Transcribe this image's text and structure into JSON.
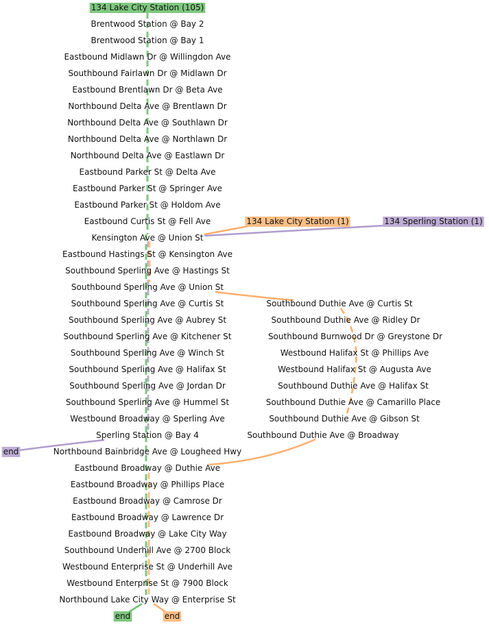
{
  "colors": {
    "green": "#7fc77f",
    "orange": "#fdbf86",
    "purple": "#beadd4",
    "green_dark": "#6abf6a",
    "orange_dark": "#fdae6b",
    "purple_dark": "#b09ccc"
  },
  "main_stops": [
    "Brentwood Station @ Bay 2",
    "Brentwood Station @ Bay 1",
    "Eastbound Midlawn Dr @ Willingdon Ave",
    "Southbound Fairlawn Dr @ Midlawn Dr",
    "Eastbound Brentlawn Dr @ Beta Ave",
    "Northbound Delta Ave @ Brentlawn Dr",
    "Northbound Delta Ave @ Southlawn Dr",
    "Northbound Delta Ave @ Northlawn Dr",
    "Northbound Delta Ave @ Eastlawn Dr",
    "Eastbound Parker St @ Delta Ave",
    "Eastbound Parker St @ Springer Ave",
    "Eastbound Parker St @ Holdom Ave",
    "Eastbound Curtis St @ Fell Ave",
    "Kensington Ave @ Union St",
    "Eastbound Hastings St @ Kensington Ave",
    "Southbound Sperling Ave @ Hastings St",
    "Southbound Sperling Ave @ Union St",
    "Southbound Sperling Ave @ Curtis St",
    "Southbound Sperling Ave @ Aubrey St",
    "Southbound Sperling Ave @ Kitchener St",
    "Southbound Sperling Ave @ Winch St",
    "Southbound Sperling Ave @ Halifax St",
    "Southbound Sperling Ave @ Jordan Dr",
    "Southbound Sperling Ave @ Hummel St",
    "Westbound Broadway @ Sperling Ave",
    "Sperling Station @ Bay 4",
    "Northbound Bainbridge Ave @ Lougheed Hwy",
    "Eastbound Broadway @ Duthie Ave",
    "Eastbound Broadway @ Phillips Place",
    "Eastbound Broadway @ Camrose Dr",
    "Eastbound Broadway @ Lawrence Dr",
    "Eastbound Broadway @ Lake City Way",
    "Southbound Underhill Ave @ 2700 Block",
    "Westbound Enterprise St @ Underhill Ave",
    "Westbound Enterprise St @ 7900 Block",
    "Northbound Lake City Way @ Enterprise St"
  ],
  "branch_stops": [
    "Southbound Duthie Ave @ Curtis St",
    "Southbound Duthie Ave @ Ridley Dr",
    "Southbound Burnwood Dr @ Greystone Dr",
    "Westbound Halifax St @ Phillips Ave",
    "Westbound Halifax St @ Augusta Ave",
    "Southbound Duthie Ave @ Halifax St",
    "Southbound Duthie Ave @ Camarillo Place",
    "Southbound Duthie Ave @ Gibson St",
    "Southbound Duthie Ave @ Broadway"
  ],
  "nodes": {
    "start_green": "134 Lake City Station (105)",
    "start_orange": "134 Lake City Station (1)",
    "start_purple": "134 Sperling Station (1)",
    "end_purple": "end",
    "end_green": "end",
    "end_orange": "end"
  }
}
